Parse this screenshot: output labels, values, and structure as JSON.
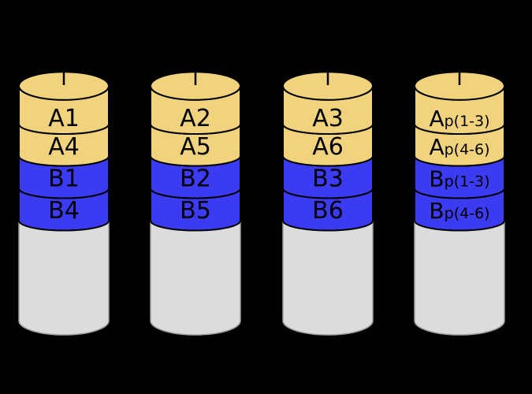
{
  "colors": {
    "background": "#000000",
    "stripe_a": "#F1D37E",
    "stripe_b": "#3B3BF2",
    "disk_body": "#DCDCDC",
    "outline": "#000000"
  },
  "disks": [
    {
      "blocks": [
        {
          "main": "A1",
          "sub": ""
        },
        {
          "main": "A4",
          "sub": ""
        },
        {
          "main": "B1",
          "sub": ""
        },
        {
          "main": "B4",
          "sub": ""
        }
      ]
    },
    {
      "blocks": [
        {
          "main": "A2",
          "sub": ""
        },
        {
          "main": "A5",
          "sub": ""
        },
        {
          "main": "B2",
          "sub": ""
        },
        {
          "main": "B5",
          "sub": ""
        }
      ]
    },
    {
      "blocks": [
        {
          "main": "A3",
          "sub": ""
        },
        {
          "main": "A6",
          "sub": ""
        },
        {
          "main": "B3",
          "sub": ""
        },
        {
          "main": "B6",
          "sub": ""
        }
      ]
    },
    {
      "blocks": [
        {
          "main": "A",
          "sub": "p(1-3)"
        },
        {
          "main": "A",
          "sub": "p(4-6)"
        },
        {
          "main": "B",
          "sub": "p(1-3)"
        },
        {
          "main": "B",
          "sub": "p(4-6)"
        }
      ]
    }
  ]
}
